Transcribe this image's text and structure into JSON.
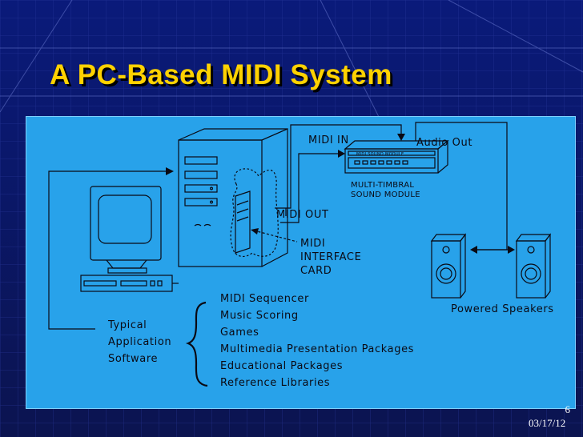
{
  "slide": {
    "title": "A PC-Based MIDI System",
    "page_number": "6",
    "date": "03/17/12"
  },
  "colors": {
    "background": "#0d1a6e",
    "title": "#ffd200",
    "panel": "#28a2ea",
    "line": "#0a0a14"
  },
  "diagram": {
    "midi_in": "MIDI IN",
    "audio_out": "Audio Out",
    "module_panel_text": "MIDI  SOUND  MODULE",
    "module_caption_line1": "MULTI-TIMBRAL",
    "module_caption_line2": "SOUND MODULE",
    "midi_out": "MIDI OUT",
    "interface_line1": "MIDI",
    "interface_line2": "INTERFACE",
    "interface_line3": "CARD",
    "speakers_label": "Powered Speakers",
    "software_line1": "Typical",
    "software_line2": "Application",
    "software_line3": "Software",
    "software_items": [
      "MIDI Sequencer",
      "Music Scoring",
      "Games",
      "Multimedia Presentation Packages",
      "Educational Packages",
      "Reference Libraries"
    ]
  }
}
